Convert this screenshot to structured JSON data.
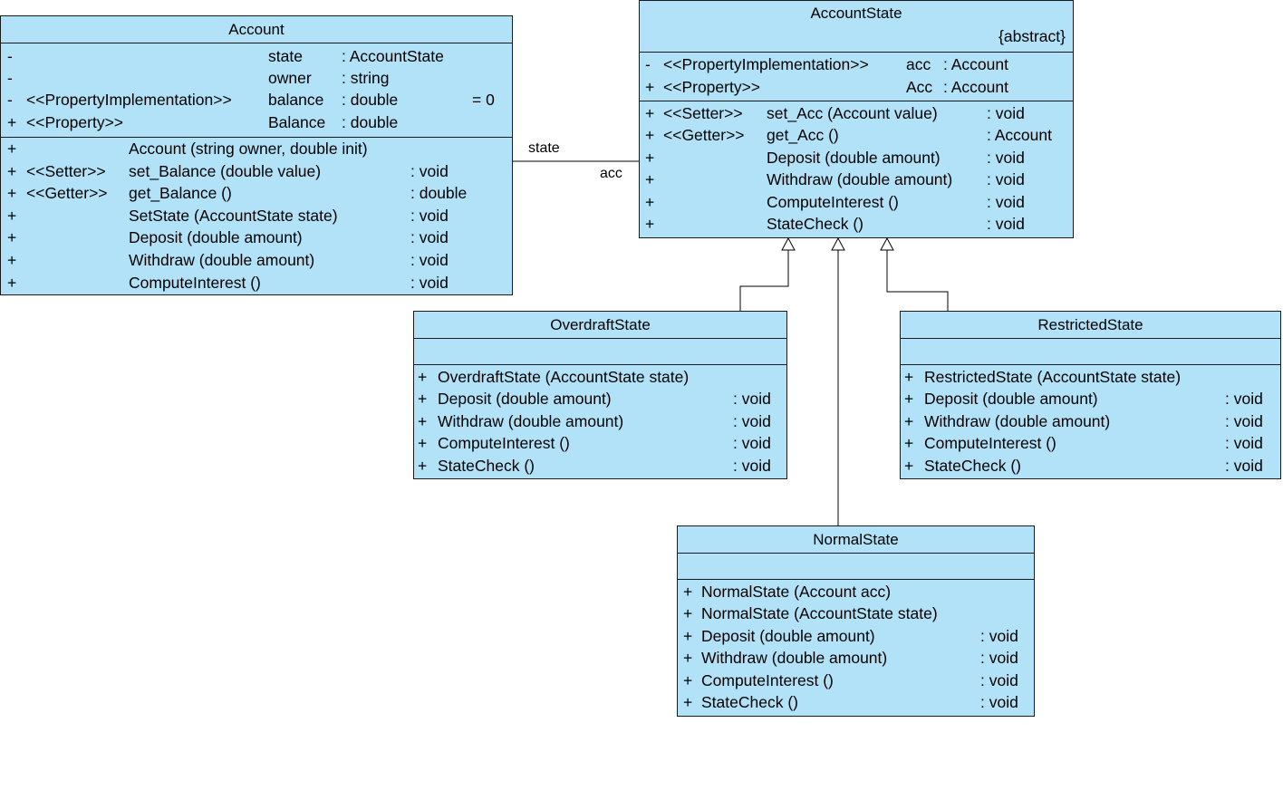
{
  "association": {
    "end_a": "state",
    "end_b": "acc"
  },
  "account": {
    "name": "Account",
    "attributes": [
      {
        "vis": "-",
        "stereo": "",
        "name": "state",
        "type": ": AccountState",
        "init": ""
      },
      {
        "vis": "-",
        "stereo": "",
        "name": "owner",
        "type": ": string",
        "init": ""
      },
      {
        "vis": "-",
        "stereo": "<<PropertyImplementation>>",
        "name": "balance",
        "type": ": double",
        "init": "= 0"
      },
      {
        "vis": "+",
        "stereo": "<<Property>>",
        "name": "Balance",
        "type": ": double",
        "init": ""
      }
    ],
    "operations": [
      {
        "vis": "+",
        "stereo": "",
        "sig": "Account (string owner, double init)",
        "ret": ""
      },
      {
        "vis": "+",
        "stereo": "<<Setter>>",
        "sig": "set_Balance (double value)",
        "ret": ": void"
      },
      {
        "vis": "+",
        "stereo": "<<Getter>>",
        "sig": "get_Balance ()",
        "ret": ": double"
      },
      {
        "vis": "+",
        "stereo": "",
        "sig": "SetState (AccountState state)",
        "ret": ": void"
      },
      {
        "vis": "+",
        "stereo": "",
        "sig": "Deposit (double amount)",
        "ret": ": void"
      },
      {
        "vis": "+",
        "stereo": "",
        "sig": "Withdraw (double amount)",
        "ret": ": void"
      },
      {
        "vis": "+",
        "stereo": "",
        "sig": "ComputeInterest ()",
        "ret": ": void"
      }
    ]
  },
  "account_state": {
    "name": "AccountState",
    "modifier": "{abstract}",
    "attributes": [
      {
        "vis": "-",
        "stereo": "<<PropertyImplementation>>",
        "name": "acc",
        "type": ": Account"
      },
      {
        "vis": "+",
        "stereo": "<<Property>>",
        "name": "Acc",
        "type": ": Account"
      }
    ],
    "operations": [
      {
        "vis": "+",
        "stereo": "<<Setter>>",
        "sig": "set_Acc (Account value)",
        "ret": ": void"
      },
      {
        "vis": "+",
        "stereo": "<<Getter>>",
        "sig": "get_Acc ()",
        "ret": ": Account"
      },
      {
        "vis": "+",
        "stereo": "",
        "sig": "Deposit (double amount)",
        "ret": ": void"
      },
      {
        "vis": "+",
        "stereo": "",
        "sig": "Withdraw (double amount)",
        "ret": ": void"
      },
      {
        "vis": "+",
        "stereo": "",
        "sig": "ComputeInterest ()",
        "ret": ": void"
      },
      {
        "vis": "+",
        "stereo": "",
        "sig": "StateCheck ()",
        "ret": ": void"
      }
    ]
  },
  "overdraft_state": {
    "name": "OverdraftState",
    "operations": [
      {
        "vis": "+",
        "sig": "OverdraftState (AccountState state)",
        "ret": ""
      },
      {
        "vis": "+",
        "sig": "Deposit (double amount)",
        "ret": ": void"
      },
      {
        "vis": "+",
        "sig": "Withdraw (double amount)",
        "ret": ": void"
      },
      {
        "vis": "+",
        "sig": "ComputeInterest ()",
        "ret": ": void"
      },
      {
        "vis": "+",
        "sig": "StateCheck ()",
        "ret": ": void"
      }
    ]
  },
  "restricted_state": {
    "name": "RestrictedState",
    "operations": [
      {
        "vis": "+",
        "sig": "RestrictedState (AccountState state)",
        "ret": ""
      },
      {
        "vis": "+",
        "sig": "Deposit (double amount)",
        "ret": ": void"
      },
      {
        "vis": "+",
        "sig": "Withdraw (double amount)",
        "ret": ": void"
      },
      {
        "vis": "+",
        "sig": "ComputeInterest ()",
        "ret": ": void"
      },
      {
        "vis": "+",
        "sig": "StateCheck ()",
        "ret": ": void"
      }
    ]
  },
  "normal_state": {
    "name": "NormalState",
    "operations": [
      {
        "vis": "+",
        "sig": "NormalState (Account acc)",
        "ret": ""
      },
      {
        "vis": "+",
        "sig": "NormalState (AccountState state)",
        "ret": ""
      },
      {
        "vis": "+",
        "sig": "Deposit (double amount)",
        "ret": ": void"
      },
      {
        "vis": "+",
        "sig": "Withdraw (double amount)",
        "ret": ": void"
      },
      {
        "vis": "+",
        "sig": "ComputeInterest ()",
        "ret": ": void"
      },
      {
        "vis": "+",
        "sig": "StateCheck ()",
        "ret": ": void"
      }
    ]
  }
}
